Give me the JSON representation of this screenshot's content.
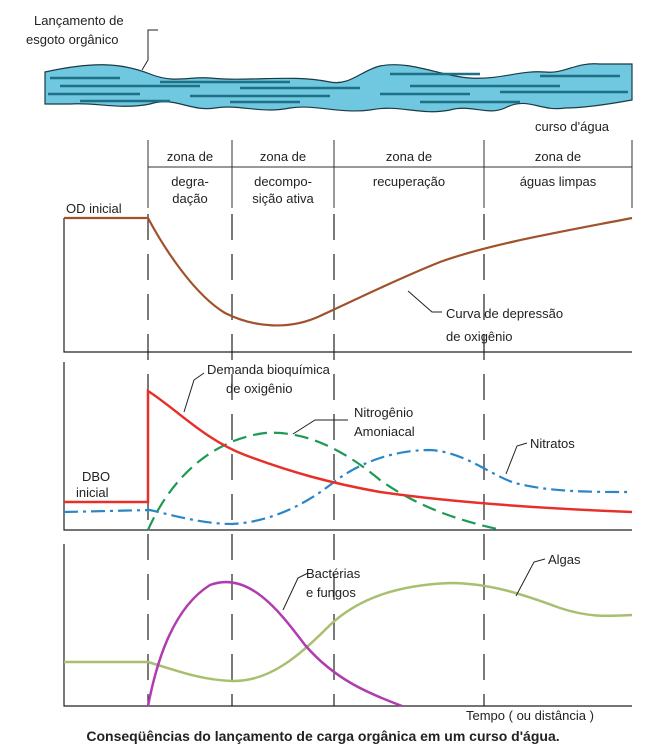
{
  "river": {
    "discharge_label_line1": "Lançamento de",
    "discharge_label_line2": "esgoto orgânico",
    "river_label": "curso d'água"
  },
  "zones": [
    {
      "line1": "zona de",
      "line2": "degra-",
      "line3": "dação"
    },
    {
      "line1": "zona de",
      "line2": "decompo-",
      "line3": "sição ativa"
    },
    {
      "line1": "zona de",
      "line2": "recuperação",
      "line3": ""
    },
    {
      "line1": "zona de",
      "line2": "águas limpas",
      "line3": ""
    }
  ],
  "panel_od": {
    "initial_label": "OD inicial",
    "curve_label_line1": "Curva de depressão",
    "curve_label_line2": "de oxigênio"
  },
  "panel_dbo": {
    "initial_label_line1": "DBO",
    "initial_label_line2": "inicial",
    "dbo_label_line1": "Demanda bioquímica",
    "dbo_label_line2": "de oxigênio",
    "nh3_label_line1": "Nitrogênio",
    "nh3_label_line2": "Amoniacal",
    "no3_label": "Nitratos"
  },
  "panel_bio": {
    "bact_label_line1": "Bactérias",
    "bact_label_line2": "e fungos",
    "algae_label": "Algas",
    "x_axis_label": "Tempo ( ou distância )"
  },
  "caption": "Conseqüências do lançamento de carga orgânica em um curso d'água.",
  "colors": {
    "water": "#6fc8df",
    "water_stripe": "#1f6f86",
    "od_curve": "#a0522d",
    "dbo_curve": "#e8302a",
    "nh3_curve": "#1e9a56",
    "no3_curve": "#2a86c6",
    "bact_curve": "#b03cb0",
    "algae_curve": "#a8bf70"
  }
}
